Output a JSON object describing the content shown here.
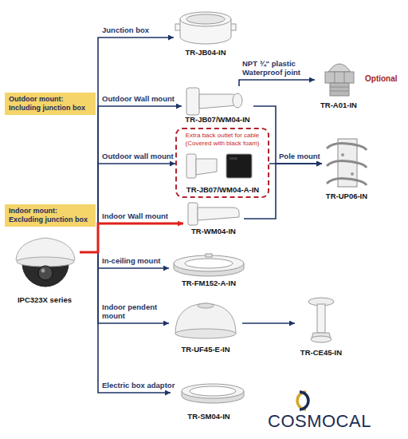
{
  "diagram": {
    "nodes": [
      {
        "text": [
          "TR-JB04-IN"
        ]
      },
      {
        "text": [
          "TR-A01-IN"
        ]
      },
      {
        "text": [
          "Outdoor mount: Including junction box"
        ]
      },
      {
        "text": [
          "TR-JB07/WM04-IN"
        ]
      },
      {
        "text": [
          "Extra back outlet for cable (Covered with black foam)"
        ]
      },
      {
        "text": [
          "TR-JB07/WM04-A-IN"
        ],
        "in": 4
      },
      {
        "text": [
          "TR-UP06-IN"
        ]
      },
      {
        "text": [
          "Indoor mount: Excluding junction box"
        ]
      },
      {
        "text": [
          "TR-WM04-IN"
        ]
      },
      {
        "text": [
          "IPC323X series"
        ]
      },
      {
        "text": [
          "TR-FM152-A-IN"
        ]
      },
      {
        "text": [
          "TR-UF45-E-IN"
        ]
      },
      {
        "text": [
          "TR-CE45-IN"
        ]
      },
      {
        "text": [
          "TR-SM04-IN"
        ]
      }
    ],
    "edges": [
      {
        "from": 9,
        "to": 0,
        "arrow": "to",
        "label": "Junction box"
      },
      {
        "from": 9,
        "to": 3,
        "arrow": "to",
        "label": "Outdoor Wall mount"
      },
      {
        "from": 9,
        "to": 4,
        "arrow": "to",
        "label": "Outdoor wall mount"
      },
      {
        "from": 9,
        "to": 8,
        "arrow": "to",
        "label": "Indoor Wall mount"
      },
      {
        "from": 9,
        "to": 10,
        "arrow": "to",
        "label": "In-ceiling mount"
      },
      {
        "from": 9,
        "to": 11,
        "arrow": "to",
        "label": "Indoor pendent mount"
      },
      {
        "from": 9,
        "to": 13,
        "arrow": "to",
        "label": "Electric box adaptor"
      },
      {
        "from": 3,
        "to": 1,
        "arrow": "to",
        "label": "NPT ¾\" plastic Waterproof joint"
      },
      {
        "from": 3,
        "to": 6,
        "arrow": "to"
      },
      {
        "from": 4,
        "to": 6,
        "arrow": "to",
        "label": "Pole mount"
      },
      {
        "from": 8,
        "to": 6,
        "arrow": "to"
      },
      {
        "from": 11,
        "to": 12,
        "arrow": "to"
      }
    ],
    "labels": [
      "Optional",
      "COSMOCAL"
    ]
  }
}
